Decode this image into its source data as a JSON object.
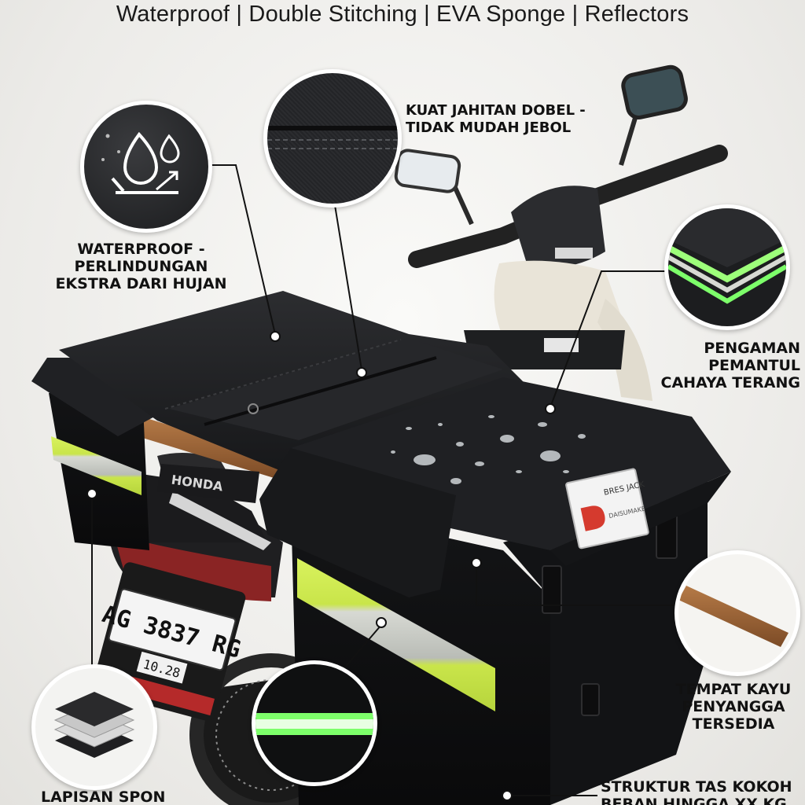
{
  "headline": "Waterproof | Double Stitching | EVA Sponge | Reflectors",
  "callouts": {
    "stitching": [
      "KUAT JAHITAN DOBEL -",
      "TIDAK MUDAH JEBOL"
    ],
    "waterproof": [
      "WATERPROOF -",
      "PERLINDUNGAN",
      "EKSTRA DARI HUJAN"
    ],
    "reflector": [
      "PENGAMAN",
      "PEMANTUL",
      "CAHAYA TERANG"
    ],
    "wood": [
      "TEMPAT KAYU",
      "PENYANGGA",
      "TERSEDIA"
    ],
    "sponge": [
      "LAPISAN SPON"
    ],
    "structure": [
      "STRUKTUR TAS KOKOH",
      "BEBAN HINGGA XX KG"
    ]
  },
  "bag_label": [
    "BRES JACK",
    "DAISUMAKE"
  ],
  "motorcycle_brand": "HONDA",
  "license_plate": "AG 3837 RG",
  "plate_expiry": "10.28",
  "colors": {
    "bag": "#1c1d1f",
    "reflective_stripe": "#c8e84a",
    "reflective_glow": "#7dff6a",
    "wood": "#a06a3c",
    "scooter_body": "#e9e4d8"
  }
}
